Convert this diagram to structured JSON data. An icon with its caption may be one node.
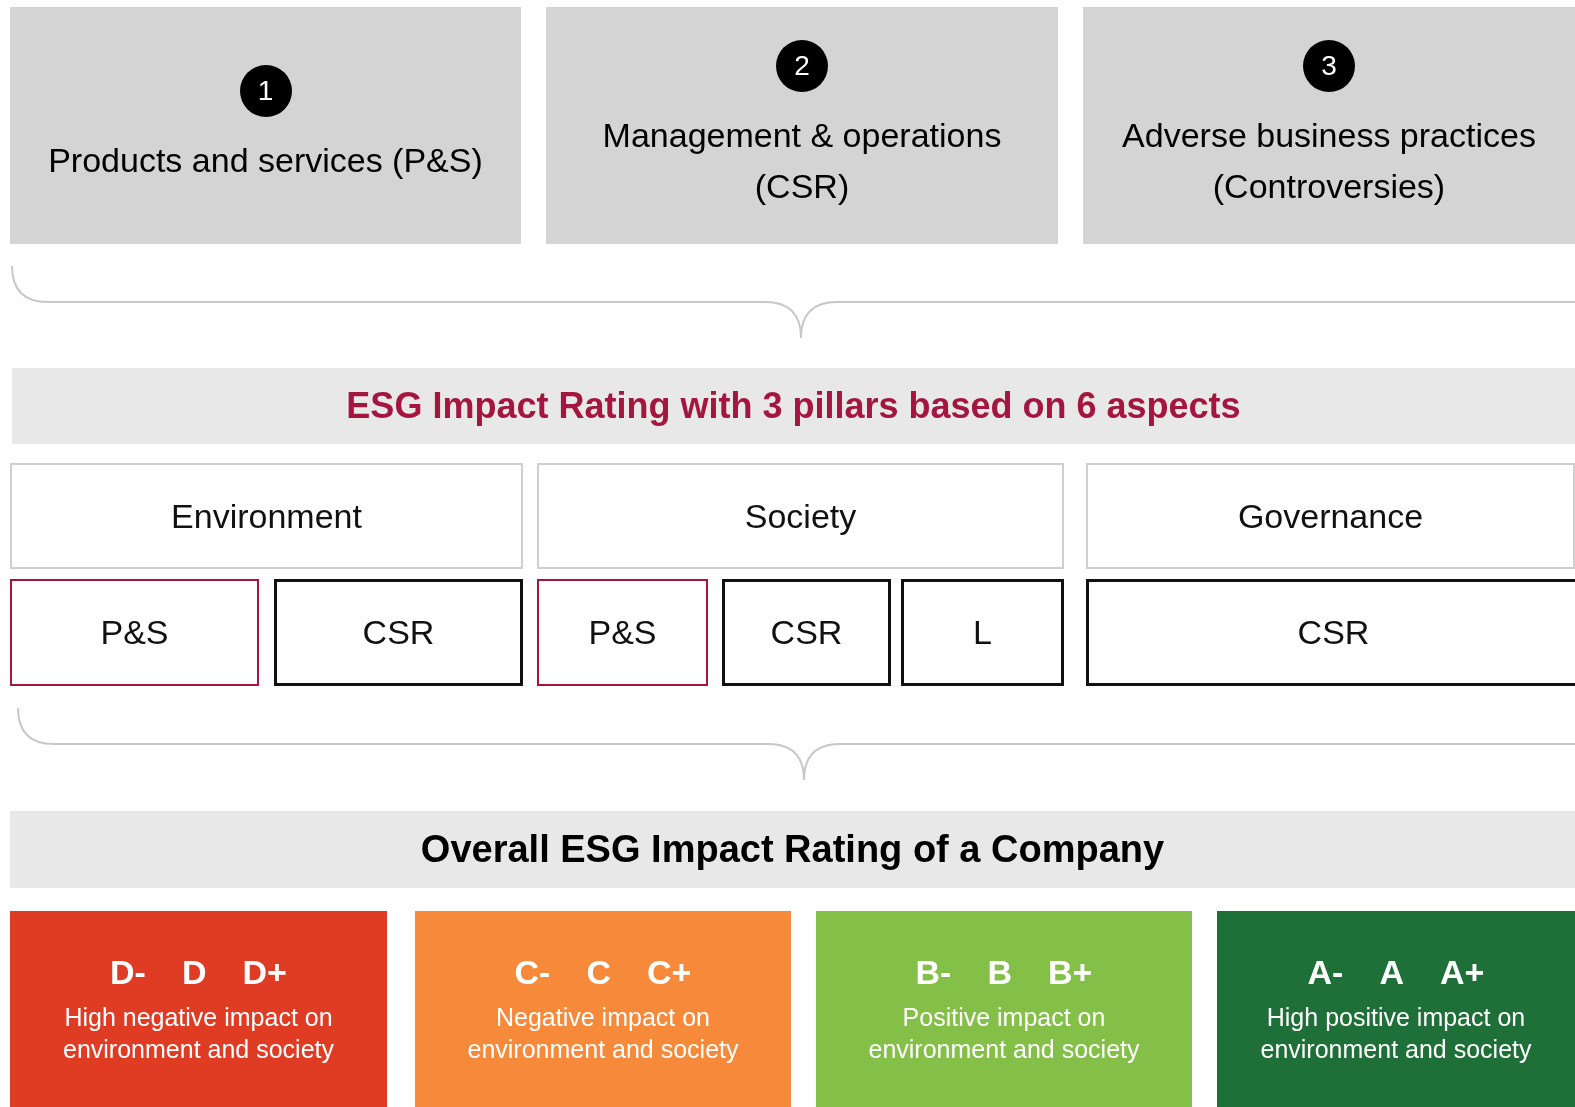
{
  "diagram": {
    "nodes": [
      {
        "text": [
          "1",
          "Products and services (P&S)"
        ]
      },
      {
        "text": [
          "2",
          "Management & operations (CSR)"
        ]
      },
      {
        "text": [
          "3",
          "Adverse business practices (Controversies)"
        ]
      },
      {
        "text": [
          "ESG Impact Rating with 3 pillars based on 6 aspects"
        ]
      },
      {
        "text": [
          "Environment"
        ]
      },
      {
        "text": [
          "Society"
        ]
      },
      {
        "text": [
          "Governance"
        ]
      },
      {
        "text": [
          "P&S"
        ]
      },
      {
        "text": [
          "CSR"
        ]
      },
      {
        "text": [
          "P&S"
        ]
      },
      {
        "text": [
          "CSR"
        ]
      },
      {
        "text": [
          "L"
        ]
      },
      {
        "text": [
          "CSR"
        ]
      },
      {
        "text": [
          "Overall ESG Impact Rating of a Company"
        ]
      },
      {
        "text": [
          "D-",
          "D",
          "D+",
          "High negative impact on environment and society"
        ]
      },
      {
        "text": [
          "C-",
          "C",
          "C+",
          "Negative impact on environment and society"
        ]
      },
      {
        "text": [
          "B-",
          "B",
          "B+",
          "Positive impact on environment and society"
        ]
      },
      {
        "text": [
          "A-",
          "A",
          "A+",
          "High positive impact on environment and society"
        ]
      }
    ]
  }
}
